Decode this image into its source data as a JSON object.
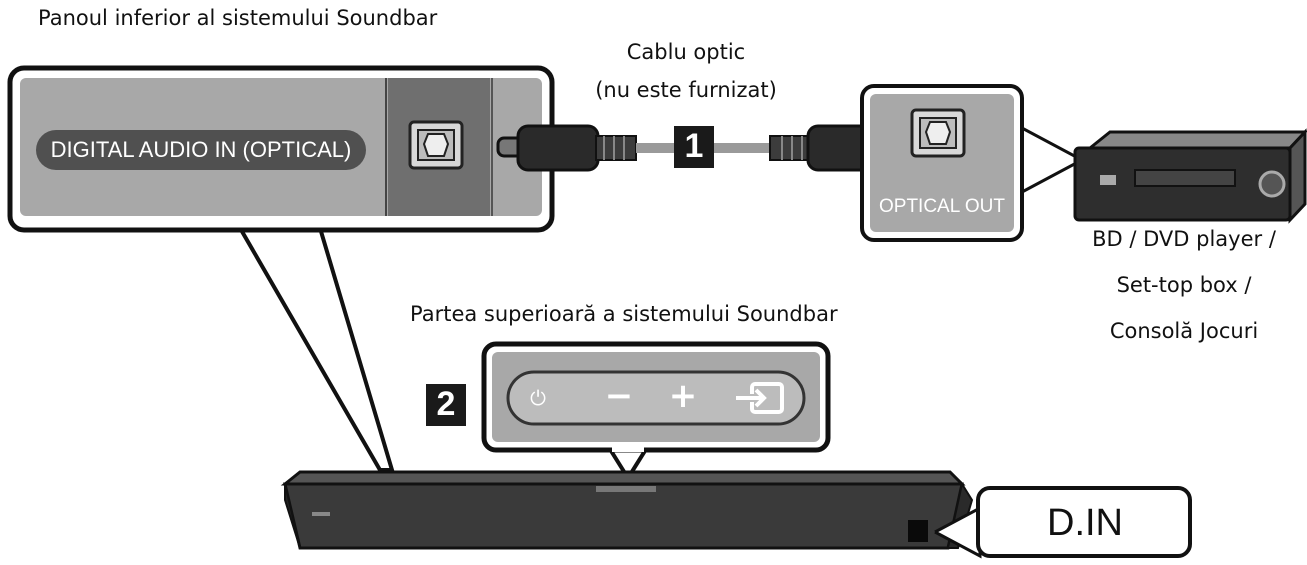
{
  "labels": {
    "bottom_panel": "Panoul inferior al sistemului Soundbar",
    "cable_line1": "Cablu optic",
    "cable_line2": "(nu este furnizat)",
    "top_panel": "Partea superioară a sistemului Soundbar",
    "digital_audio_in": "DIGITAL AUDIO IN (OPTICAL)",
    "optical_out": "OPTICAL OUT",
    "device_line1": "BD / DVD player /",
    "device_line2": "Set-top box /",
    "device_line3": "Consolă Jocuri",
    "d_in": "D.IN"
  },
  "steps": {
    "step1": "1",
    "step2": "2"
  },
  "controls": {
    "power": "⏻",
    "minus": "−",
    "plus": "+"
  },
  "colors": {
    "panel_bg": "#a6a6a6",
    "panel_dark": "#7a7a7a",
    "border": "#111111",
    "badge_bg": "#1a1a1a",
    "cable": "#9a9a9a"
  }
}
